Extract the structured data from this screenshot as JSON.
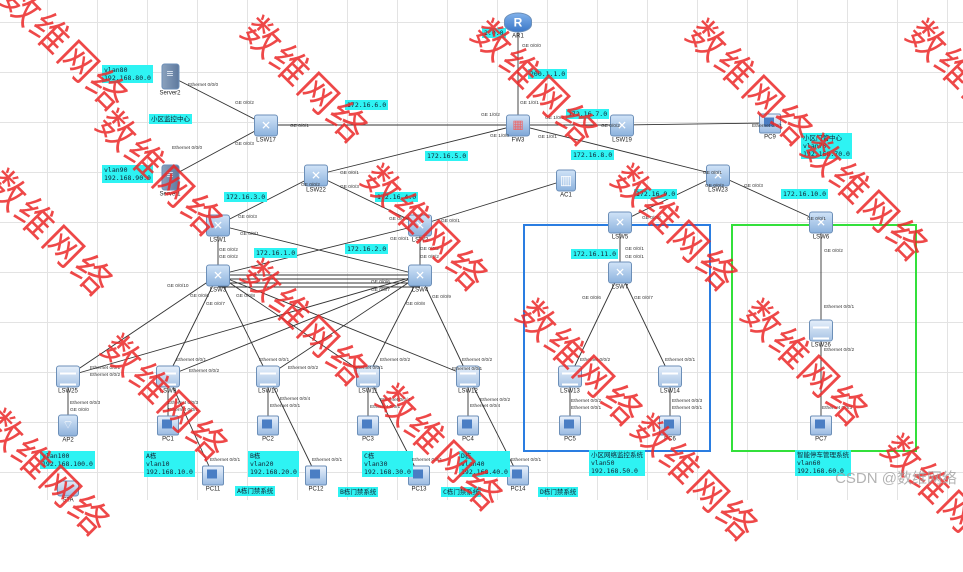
{
  "watermark": "数维网络",
  "footer_watermark": "CSDN @数维网络",
  "devices": [
    {
      "id": "AR1",
      "label": "AR1",
      "type": "router"
    },
    {
      "id": "FW3",
      "label": "FW3",
      "type": "firewall"
    },
    {
      "id": "LSW17",
      "label": "LSW17",
      "type": "switch"
    },
    {
      "id": "LSW19",
      "label": "LSW19",
      "type": "switch"
    },
    {
      "id": "LSW22",
      "label": "LSW22",
      "type": "switch"
    },
    {
      "id": "LSW23",
      "label": "LSW23",
      "type": "switch"
    },
    {
      "id": "AC1",
      "label": "AC1",
      "type": "ac"
    },
    {
      "id": "LSW1",
      "label": "LSW1",
      "type": "switch"
    },
    {
      "id": "LSW2",
      "label": "LSW2",
      "type": "switch"
    },
    {
      "id": "LSW3",
      "label": "LSW3",
      "type": "switch"
    },
    {
      "id": "LSW4",
      "label": "LSW4",
      "type": "switch"
    },
    {
      "id": "LSW5",
      "label": "LSW5",
      "type": "switch"
    },
    {
      "id": "LSW6",
      "label": "LSW6",
      "type": "switch"
    },
    {
      "id": "LSW7",
      "label": "LSW7",
      "type": "switch"
    },
    {
      "id": "LSW25",
      "label": "LSW25",
      "type": "l2switch"
    },
    {
      "id": "LSW9",
      "label": "LSW9",
      "type": "l2switch"
    },
    {
      "id": "LSW10",
      "label": "LSW10",
      "type": "l2switch"
    },
    {
      "id": "LSW11",
      "label": "LSW11",
      "type": "l2switch"
    },
    {
      "id": "LSW12",
      "label": "LSW12",
      "type": "l2switch"
    },
    {
      "id": "LSW13",
      "label": "LSW13",
      "type": "l2switch"
    },
    {
      "id": "LSW14",
      "label": "LSW14",
      "type": "l2switch"
    },
    {
      "id": "LSW26",
      "label": "LSW26",
      "type": "l2switch"
    },
    {
      "id": "Server1",
      "label": "Server1",
      "type": "server"
    },
    {
      "id": "Server2",
      "label": "Server2",
      "type": "server"
    },
    {
      "id": "PC9",
      "label": "PC9",
      "type": "pc"
    },
    {
      "id": "AP2",
      "label": "AP2",
      "type": "ap"
    },
    {
      "id": "STA",
      "label": "STA",
      "type": "laptop"
    },
    {
      "id": "PC1",
      "label": "PC1",
      "type": "pc"
    },
    {
      "id": "PC2",
      "label": "PC2",
      "type": "pc"
    },
    {
      "id": "PC3",
      "label": "PC3",
      "type": "pc"
    },
    {
      "id": "PC4",
      "label": "PC4",
      "type": "pc"
    },
    {
      "id": "PC11",
      "label": "PC11",
      "type": "pc"
    },
    {
      "id": "PC12",
      "label": "PC12",
      "type": "pc"
    },
    {
      "id": "PC13",
      "label": "PC13",
      "type": "pc"
    },
    {
      "id": "PC14",
      "label": "PC14",
      "type": "pc"
    },
    {
      "id": "PC5",
      "label": "PC5",
      "type": "pc"
    },
    {
      "id": "PC6",
      "label": "PC6",
      "type": "pc"
    },
    {
      "id": "PC7",
      "label": "PC7",
      "type": "pc"
    }
  ],
  "links": [
    [
      "AR1",
      "FW3"
    ],
    [
      "FW3",
      "LSW17"
    ],
    [
      "FW3",
      "LSW19"
    ],
    [
      "LSW19",
      "PC9"
    ],
    [
      "FW3",
      "LSW22"
    ],
    [
      "FW3",
      "LSW23"
    ],
    [
      "LSW17",
      "Server2"
    ],
    [
      "LSW17",
      "Server1"
    ],
    [
      "LSW22",
      "LSW1"
    ],
    [
      "LSW22",
      "LSW2"
    ],
    [
      "LSW2",
      "AC1"
    ],
    [
      "LSW23",
      "LSW5"
    ],
    [
      "LSW23",
      "LSW6"
    ],
    [
      "LSW1",
      "LSW3"
    ],
    [
      "LSW2",
      "LSW4"
    ],
    [
      "LSW1",
      "LSW4"
    ],
    [
      "LSW2",
      "LSW3"
    ],
    [
      "LSW3",
      "LSW4"
    ],
    [
      "LSW3",
      "LSW4"
    ],
    [
      "LSW3",
      "LSW4"
    ],
    [
      "LSW3",
      "LSW4"
    ],
    [
      "LSW3",
      "LSW25"
    ],
    [
      "LSW3",
      "LSW9"
    ],
    [
      "LSW3",
      "LSW10"
    ],
    [
      "LSW3",
      "LSW11"
    ],
    [
      "LSW3",
      "LSW12"
    ],
    [
      "LSW4",
      "LSW25"
    ],
    [
      "LSW4",
      "LSW9"
    ],
    [
      "LSW4",
      "LSW10"
    ],
    [
      "LSW4",
      "LSW11"
    ],
    [
      "LSW4",
      "LSW12"
    ],
    [
      "LSW25",
      "AP2"
    ],
    [
      "LSW9",
      "PC1"
    ],
    [
      "LSW9",
      "PC11"
    ],
    [
      "LSW10",
      "PC2"
    ],
    [
      "LSW10",
      "PC12"
    ],
    [
      "LSW11",
      "PC3"
    ],
    [
      "LSW11",
      "PC13"
    ],
    [
      "LSW12",
      "PC4"
    ],
    [
      "LSW12",
      "PC14"
    ],
    [
      "LSW5",
      "LSW7"
    ],
    [
      "LSW7",
      "LSW13"
    ],
    [
      "LSW7",
      "LSW14"
    ],
    [
      "LSW13",
      "PC5"
    ],
    [
      "LSW14",
      "PC6"
    ],
    [
      "LSW6",
      "LSW26"
    ],
    [
      "LSW26",
      "PC7"
    ]
  ],
  "tags": {
    "ar1_net": "2.0.0",
    "wan": "200.1.1.0",
    "n1": "172.16.1.0",
    "n2": "172.16.2.0",
    "n3": "172.16.3.0",
    "n4": "172.16.4.0",
    "n5": "172.16.5.0",
    "n6": "172.16.6.0",
    "n7": "172.16.7.0",
    "n8": "172.16.8.0",
    "n9": "172.16.9.0",
    "n10": "172.16.10.0",
    "n11": "172.16.11.0",
    "server2": "vlan80\n192.168.80.0",
    "server1": "vlan90\n192.168.90.0",
    "monitor_center": "小区监控中心",
    "property_center": "小区门管中心\nvlan70\n192.168.70.0",
    "ap2": "vlan100\n192.168.100.0",
    "a_bld": "A栋\nvlan10\n192.168.10.0",
    "b_bld": "B栋\nvlan20\n192.168.20.0",
    "c_bld": "C栋\nvlan30\n192.168.30.0",
    "d_bld": "D栋\nvlan40\n192.168.40.0",
    "a_door": "A栋门禁系统",
    "b_door": "B栋门禁系统",
    "c_door": "C栋门禁系统",
    "d_door": "D栋门禁系统",
    "video_system": "小区网络监控系统\nvlan50\n192.168.50.0",
    "parking_system": "智能停车管理系统\nvlan60\n192.168.60.0"
  },
  "ports": {
    "p1": "GE 0/0/0",
    "p2": "GE 1/0/1",
    "p3": "GE 1/0/2",
    "p4": "GE 1/0/0",
    "p5": "GE 1/0/3",
    "p6": "GE 1/0/1",
    "p7": "Ethernet 0/0/0",
    "p8": "GE 0/0/2",
    "p9": "GE 0/0/1",
    "p10": "GE 0/0/3",
    "p11": "Ethernet 0/0/0",
    "p12": "GE 0/0/2",
    "p13": "Ethernet 0/0/1",
    "p14": "GE 0/0/1",
    "p15": "GE 0/0/2",
    "p16": "GE 0/0/3",
    "p17": "GE 0/0/1",
    "p18": "GE 0/0/2",
    "p19": "GE 0/0/3",
    "p20": "GE 0/0/3",
    "p21": "GE 0/0/1",
    "p22": "GE 0/0/2",
    "p23": "GE 0/0/2",
    "p24": "GE 0/0/3",
    "p25": "GE 0/0/1",
    "p26": "GE 0/0/1",
    "p27": "GE 0/0/2",
    "p28": "GE 0/0/2",
    "p29": "GE 0/0/10",
    "p30": "GE 0/0/6",
    "p31": "GE 0/0/7",
    "p32": "GE 0/0/8",
    "p33": "GE 0/0/6",
    "p34": "GE 0/0/7",
    "p35": "GE 0/0/8",
    "p36": "GE 0/0/9",
    "p37": "GE 0/0/2",
    "p38": "GE 0/0/1",
    "p39": "GE 0/0/1",
    "p40": "GE 0/0/6",
    "p41": "GE 0/0/7",
    "p42": "GE 0/0/1",
    "p43": "GE 0/0/2",
    "p44": "Ethernet 0/0/1",
    "p45": "Ethernet 0/0/2",
    "p46": "Ethernet 0/0/1",
    "p47": "Ethernet 0/0/2",
    "p48": "Ethernet 0/0/3",
    "p49": "GE 0/0/0",
    "p50": "Ethernet 0/0/1",
    "p51": "Ethernet 0/0/2",
    "p52": "Ethernet 0/0/3",
    "p53": "Ethernet 0/0/1",
    "p54": "Ethernet 0/0/1",
    "p55": "Ethernet 0/0/2",
    "p56": "Ethernet 0/0/4",
    "p57": "Ethernet 0/0/1",
    "p58": "Ethernet 0/0/1",
    "p59": "Ethernet 0/0/1",
    "p60": "Ethernet 0/0/2",
    "p61": "Ethernet 0/0/4",
    "p62": "Ethernet 0/0/1",
    "p63": "Ethernet 0/0/1",
    "p64": "Ethernet 0/0/2",
    "p65": "Ethernet 0/0/1",
    "p66": "Ethernet 0/0/2",
    "p67": "Ethernet 0/0/4",
    "p68": "Ethernet 0/0/1",
    "p69": "Ethernet 0/0/1",
    "p70": "Ethernet 0/0/2",
    "p71": "Ethernet 0/0/1",
    "p72": "Ethernet 0/0/2",
    "p73": "Ethernet 0/0/1",
    "p74": "Ethernet 0/0/3",
    "p75": "Ethernet 0/0/1",
    "p76": "Ethernet 0/0/3",
    "p77": "Ethernet 0/0/1",
    "p78": "Ethernet 0/0/1",
    "p79": "Ethernet 0/0/2",
    "p80": "Ethernet 0/0/1"
  },
  "areas": {
    "video_box_color": "#2a7de1",
    "parking_box_color": "#33e03b"
  }
}
